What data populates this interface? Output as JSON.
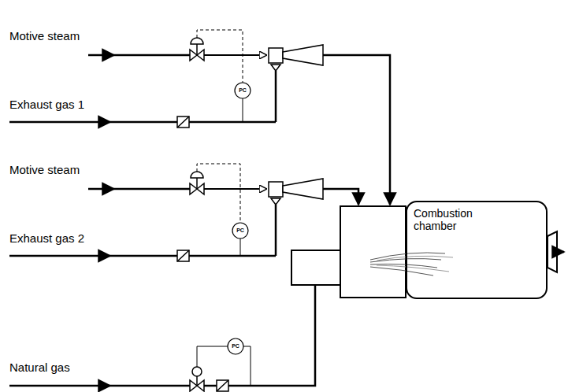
{
  "diagram": {
    "nodes": [
      {
        "text": [
          "Combustion chamber"
        ]
      }
    ],
    "labels": [
      "Motive steam",
      "Exhaust gas 1",
      "Motive steam",
      "Exhaust gas 2",
      "Natural gas",
      "PC",
      "PC",
      "PC"
    ]
  }
}
